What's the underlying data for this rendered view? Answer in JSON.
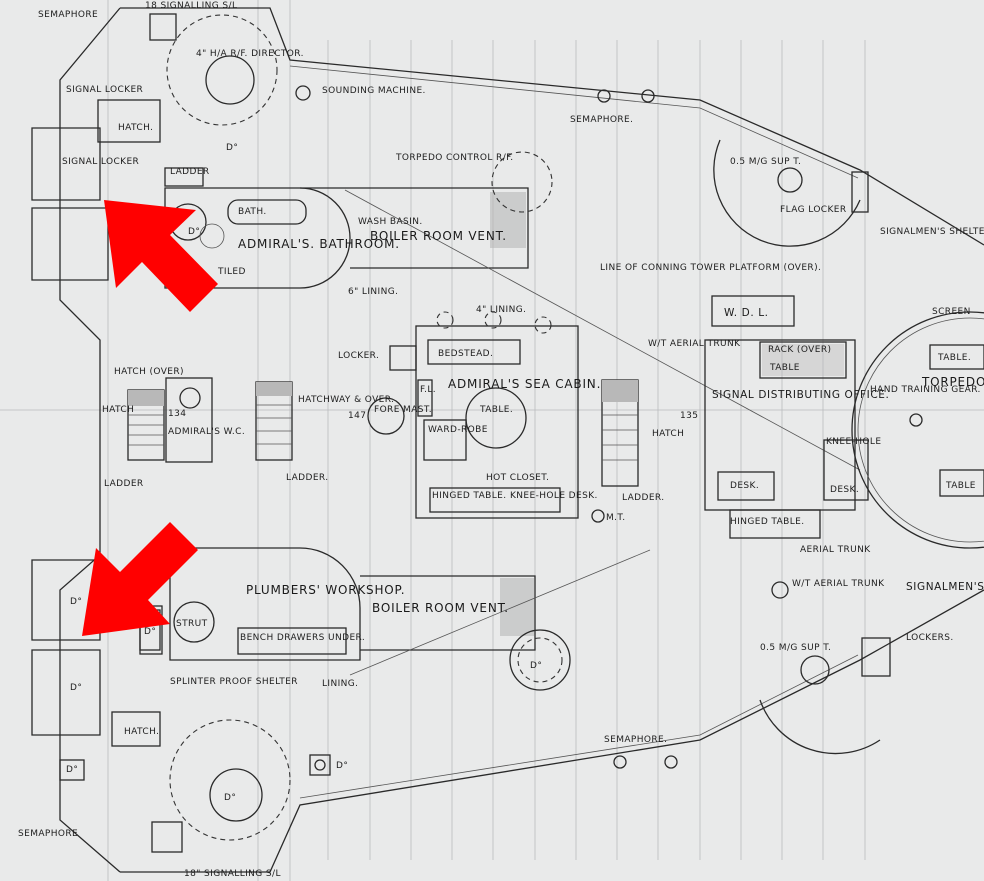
{
  "labels": {
    "semaphore_tl": "SEMAPHORE",
    "signalling_top": "18 SIGNALLING S/L",
    "director": "4\" H/A R/F. DIRECTOR.",
    "sounding_machine": "SOUNDING MACHINE.",
    "semaphore_top_mid": "SEMAPHORE.",
    "signal_locker_1": "SIGNAL LOCKER",
    "hatch_tl": "HATCH.",
    "do_tl": "D°",
    "signal_locker_2": "SIGNAL LOCKER",
    "torpedo_control": "TORPEDO CONTROL R/F.",
    "mg_sup_top": "0.5 M/G SUP T.",
    "flag_locker": "FLAG LOCKER",
    "signalmens_shelter": "SIGNALMEN'S SHELTER.",
    "ladder_1": "LADDER",
    "bath": "BATH.",
    "wash_basin": "WASH BASIN.",
    "admirals_bathroom": "ADMIRAL'S. BATHROOM.",
    "boiler_room_vent_top": "BOILER ROOM VENT.",
    "tiled": "TILED",
    "lining_6": "6\" LINING.",
    "line_conning": "LINE OF CONNING TOWER PLATFORM (OVER).",
    "lining_4": "4\" LINING.",
    "wdl": "W. D. L.",
    "screen": "SCREEN",
    "bedstead": "BEDSTEAD.",
    "locker": "LOCKER.",
    "wt_aerial_trunk": "W/T AERIAL TRUNK",
    "rack_over": "RACK (OVER)",
    "table_1": "TABLE",
    "table_2": "TABLE.",
    "hatch_over": "HATCH (OVER)",
    "admirals_sea_cabin": "ADMIRAL'S SEA CABIN.",
    "table_cabin": "TABLE.",
    "signal_distributing": "SIGNAL DISTRIBUTING OFFICE.",
    "hand_training": "HAND TRAINING GEAR.",
    "torpedo": "TORPEDO",
    "hatch_mid": "HATCH",
    "admirals_wc": "ADMIRAL'S W.C.",
    "hatchway_over": "HATCHWAY & OVER.",
    "fore_mast": "FORE MAST.",
    "ward_robe": "WARD-ROBE",
    "fl": "F.L.",
    "hatch_right": "HATCH",
    "num_135": "135",
    "num_134": "134",
    "num_147": "147",
    "kneehole_1": "KNEE-HOLE",
    "ladder_2": "LADDER",
    "ladder_3": "LADDER.",
    "ladder_4": "LADDER.",
    "hot_closet": "HOT CLOSET.",
    "hinged_table": "HINGED TABLE.",
    "kneehole_desk": "KNEE-HOLE DESK.",
    "desk_1": "DESK.",
    "desk_2": "DESK.",
    "mt": "M.T.",
    "table_3": "TABLE",
    "hinged_table_2": "HINGED TABLE.",
    "aerial_trunk": "AERIAL TRUNK",
    "wt_aerial_trunk_2": "W/T AERIAL TRUNK",
    "signalmens_shelter_2": "SIGNALMEN'S SHELTER.",
    "plumbers_workshop": "PLUMBERS' WORKSHOP.",
    "strut": "STRUT",
    "bench_drawers": "BENCH DRAWERS UNDER.",
    "boiler_room_vent_bottom": "BOILER ROOM VENT.",
    "do_bl1": "D°",
    "do_bl2": "D°",
    "do_bl3": "D°",
    "do_vent": "D°",
    "lockers": "LOCKERS.",
    "mg_sup_bottom": "0.5 M/G SUP T.",
    "splinter_proof": "SPLINTER PROOF SHELTER",
    "lining_bottom": "LINING.",
    "hatch_bl": "HATCH.",
    "do_bottom_circle": "D°",
    "do_bottom_right": "D°",
    "semaphore_bottom": "SEMAPHORE.",
    "semaphore_bl": "SEMAPHORE",
    "signalling_bottom": "18\" SIGNALLING S/L",
    "do_director": "D°",
    "do_ladder_top": "D°"
  },
  "colors": {
    "paper": "#e9eaea",
    "ink": "#2a2a2a",
    "arrow": "#ff0000"
  }
}
